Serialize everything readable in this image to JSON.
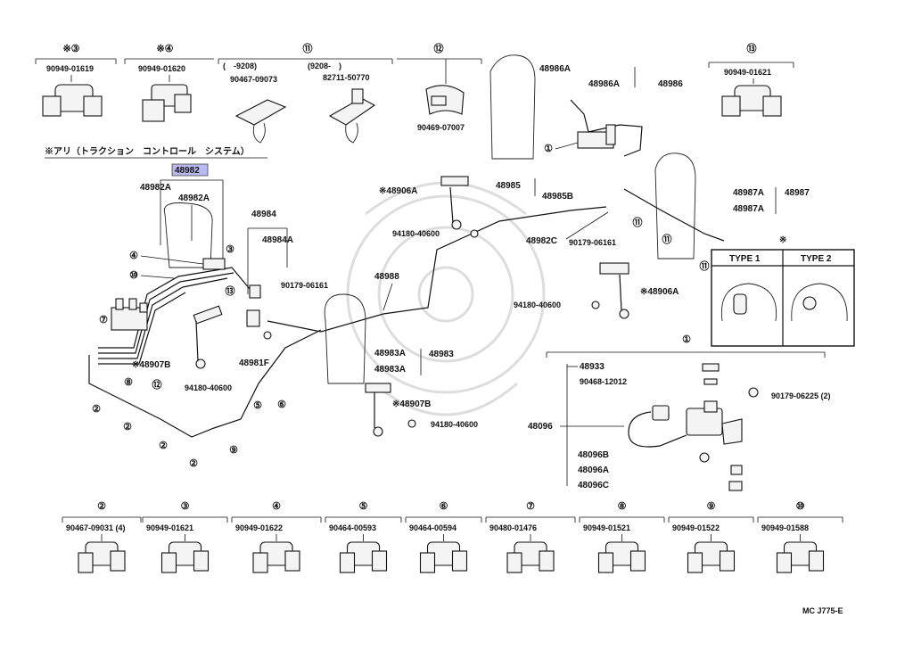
{
  "note": "※アリ（トラクション　コントロール　システム）",
  "footer_code": "MC J775-E",
  "highlight_color": "#b9b9f0",
  "top_clips": [
    {
      "callout": "※③",
      "parts": [
        "90949-01619"
      ]
    },
    {
      "callout": "※④",
      "parts": [
        "90949-01620"
      ]
    },
    {
      "callout": "⑪",
      "ranges": [
        "(　-9208)",
        "(9208-　)"
      ],
      "parts": [
        "90467-09073",
        "82711-50770"
      ]
    },
    {
      "callout": "⑫",
      "parts": [
        "90469-07007"
      ]
    },
    {
      "callout": "⑬",
      "parts": [
        "90949-01621"
      ]
    }
  ],
  "bottom_clips": [
    {
      "callout": "②",
      "part": "90467-09031 (4)"
    },
    {
      "callout": "③",
      "part": "90949-01621"
    },
    {
      "callout": "④",
      "part": "90949-01622"
    },
    {
      "callout": "⑤",
      "part": "90464-00593"
    },
    {
      "callout": "⑥",
      "part": "90464-00594"
    },
    {
      "callout": "⑦",
      "part": "90480-01476"
    },
    {
      "callout": "⑧",
      "part": "90949-01521"
    },
    {
      "callout": "⑨",
      "part": "90949-01522"
    },
    {
      "callout": "⑩",
      "part": "90949-01588"
    }
  ],
  "type_box": {
    "mark": "※",
    "type1": "TYPE 1",
    "type2": "TYPE 2"
  },
  "callouts": {
    "c1": "①",
    "c2": "②",
    "c3": "③",
    "c4": "④",
    "c5": "⑤",
    "c6": "⑥",
    "c7": "⑦",
    "c8": "⑧",
    "c9": "⑨",
    "c10": "⑩",
    "c11": "⑪",
    "c12": "⑫",
    "c13": "⑬"
  },
  "refs": {
    "r48982": "48982",
    "r48982A_1": "48982A",
    "r48982A_2": "48982A",
    "r48984": "48984",
    "r48984A": "48984A",
    "r48988": "48988",
    "r48906A_1": "※48906A",
    "r48906A_2": "※48906A",
    "r48985": "48985",
    "r48985B": "48985B",
    "r48982C": "48982C",
    "r48986A_1": "48986A",
    "r48986A_2": "48986A",
    "r48986": "48986",
    "r48987A_1": "48987A",
    "r48987A_2": "48987A",
    "r48987": "48987",
    "r48983A_1": "48983A",
    "r48983A_2": "48983A",
    "r48983": "48983",
    "r48907B_1": "※48907B",
    "r48907B_2": "※48907B",
    "r48981F": "48981F",
    "p94180_1": "94180-40600",
    "p94180_2": "94180-40600",
    "p94180_3": "94180-40600",
    "p94180_4": "94180-40600",
    "p90179_1": "90179-06161",
    "p90179_2": "90179-06161",
    "r48933": "48933",
    "p90468": "90468-12012",
    "r48096": "48096",
    "p90179_3": "90179-06225 (2)",
    "r48096B": "48096B",
    "r48096A": "48096A",
    "r48096C": "48096C"
  }
}
